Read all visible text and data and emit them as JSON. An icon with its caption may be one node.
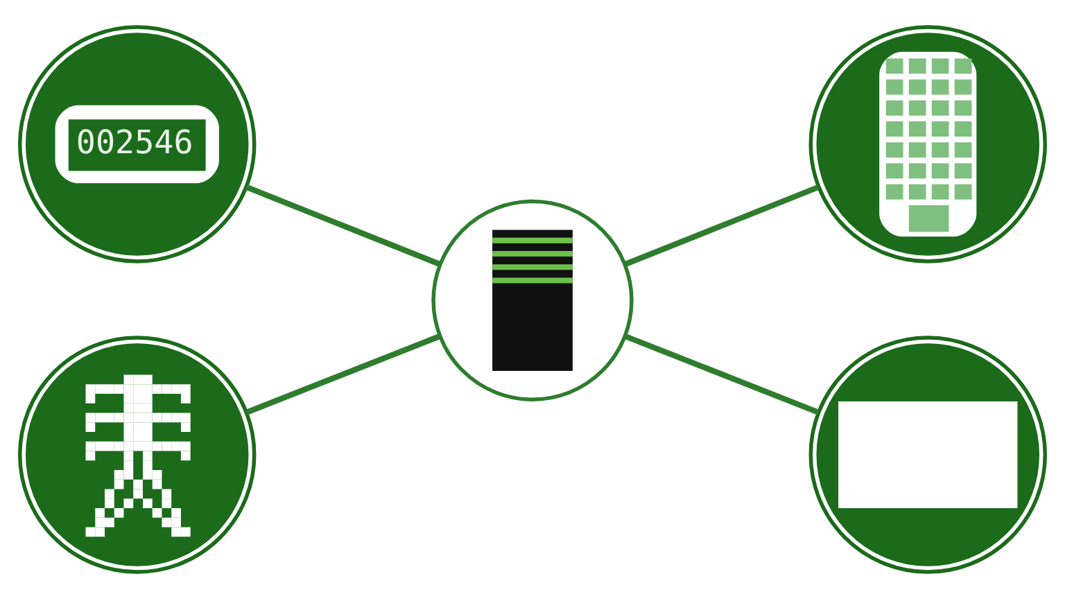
{
  "diagram": {
    "nodes": [
      {
        "text": [
          "002546"
        ]
      },
      {
        "text": [],
        "shape": "picture"
      },
      {
        "text": [],
        "shape": "picture"
      },
      {
        "text": [],
        "shape": "picture"
      },
      {
        "text": [],
        "shape": "circle"
      }
    ],
    "edges": [
      {
        "from": 0,
        "to": 1,
        "arrow": "none"
      },
      {
        "from": 1,
        "to": 2,
        "arrow": "none"
      },
      {
        "from": 3,
        "to": 1,
        "arrow": "none"
      },
      {
        "from": 1,
        "to": 4,
        "arrow": "none"
      }
    ]
  }
}
